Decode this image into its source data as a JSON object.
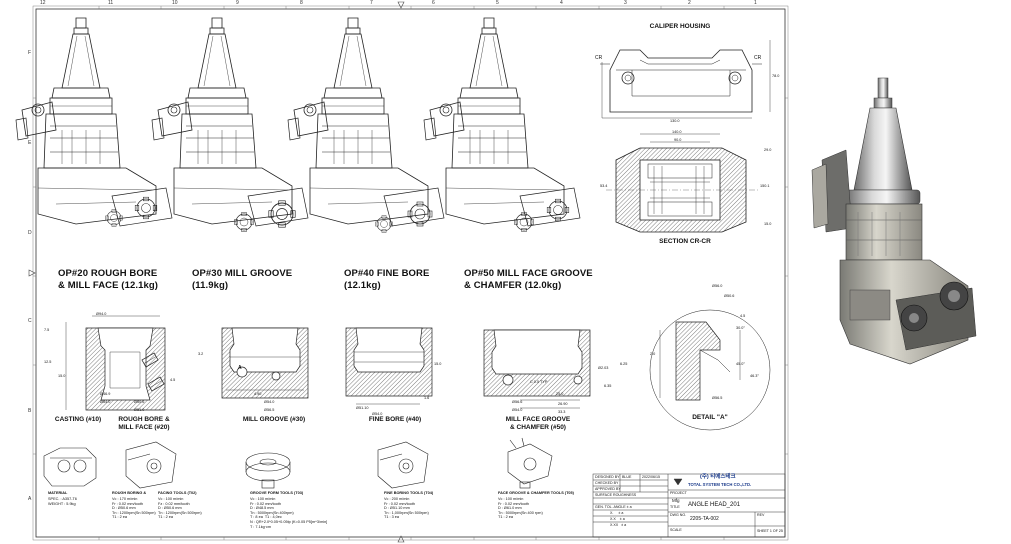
{
  "sheet": {
    "border_numbers": [
      "12",
      "11",
      "10",
      "9",
      "8",
      "7",
      "6",
      "5",
      "4",
      "3",
      "2",
      "1"
    ],
    "border_letters": [
      "F",
      "E",
      "D",
      "C",
      "B",
      "A"
    ]
  },
  "ops": [
    {
      "title": "OP#20 ROUGH BORE\n& MILL FACE (12.1kg)"
    },
    {
      "title": "OP#30 MILL GROOVE\n(11.9kg)"
    },
    {
      "title": "OP#40 FINE BORE\n(12.1kg)"
    },
    {
      "title": "OP#50 MILL FACE GROOVE\n& CHAMFER (12.0kg)"
    }
  ],
  "caliper": {
    "title": "CALIPER HOUSING",
    "section_label": "SECTION  CR-CR",
    "cr_left": "CR",
    "cr_right": "CR",
    "dims": [
      "130.0",
      "140.0",
      "90.0",
      "53.4",
      "150.1",
      "29.0",
      "78.0",
      "15.0"
    ]
  },
  "sections": {
    "casting": "CASTING (#10)",
    "rough": "ROUGH BORE &\nMILL FACE (#20)",
    "groove": "MILL GROOVE (#30)",
    "fine": "FINE BORE (#40)",
    "chamfer": "MILL FACE GROOVE\n& CHAMFER (#50)",
    "detail": "DETAIL \"A\"",
    "detail_a": "A",
    "dims_casting": [
      "Ø94.0",
      "7.5",
      "12.5",
      "15.0",
      "Ø46.9",
      "Ø54.0",
      "Ø51.0",
      "Ø50.6",
      "4.5"
    ],
    "dims_groove": [
      "3.2",
      "4.90",
      "Ø54.0",
      "Ø56.5"
    ],
    "dims_fine": [
      "Ø51.10",
      "Ø54.0",
      "15.0",
      "1.6"
    ],
    "dims_chamfer": [
      "C 0.5 TYP",
      "25.0",
      "Ø56.6",
      "Ø54.0",
      "26.90",
      "33.3",
      "6.35",
      "6.25",
      "Ø2.03"
    ],
    "dims_detail": [
      "Ø56.0",
      "Ø50.6",
      "4.5",
      "30.0°",
      "45.0°",
      "46.3°",
      "Ø56.5",
      "2.0"
    ]
  },
  "tools": {
    "material_label": "MATERIAL",
    "material_lines": "SPEC. : A357-T6\nWEIGHT : 5.9kg",
    "t1_label": "ROUGH BORING &",
    "t2_label": "FACING TOOLS (T02)",
    "t2_lines": "Vc : 100 m/min\nFz : 0.02 mm/tooth\nD : Ø50.6 mm\nTn : 1200rpm(Sn 500rpm)\nT1 : 2 ea",
    "t1_lines": "Vc : 170 m/min\nFr : 0.02 mm/tooth\nD : Ø50.6 mm\nTn : 1200rpm(Sn 500rpm)\nT1 : 2 ea",
    "t3_label": "GROOVE FORM TOOLS (T03)",
    "t3_lines": "Vc : 100 m/min\nFr : 0.02 mm/tooth\nD : Ø48.5 mm\nTn : 5000rpm(Sn 400rpm)\nT : 8 ea  T1 : 4,0ec\nN : QR+2.0*0.05+0.05tp (K=0.05 P5[m^3/min]\nT : 7.1kg·cm",
    "t4_label": "FINE BORING TOOLS (T04)",
    "t4_lines": "Vc : 200 m/min\nFr : 0.02 mm/tooth\nD : Ø51.10 mm\nTn : 1,000rpm(Sn 500rpm)\nT1 : 3 ea",
    "t5_label": "FACE GROOVE & CHAMFER TOOLS (T05)",
    "t5_lines": "Vc : 100 m/min\nFr : 0.02 mm/tooth\nD : Ø61.0 mm\nTn : 5000rpm(Sn 400 rpm)\nT1 : 2 ea"
  },
  "title_block": {
    "designed_by": "DESIGNED BY",
    "designer": "BLUE",
    "date": "2022/06/15",
    "checked_by": "CHECKED BY",
    "approved_by": "APPROVED BY",
    "surface": "SURFACE ROUGHNESS",
    "general_tol": "GEN. TOL. ANGLE ± a",
    "tol_x": "X.     ± a",
    "tol_xx": "X.X    ± a",
    "tol_xxx": "X.XX   ± a",
    "company_kr": "(주) 티에스테크",
    "company_en": "TOTAL SYSTEM TECH CO.,LTD.",
    "project_label": "PROJECT",
    "project": "Mfg",
    "title_label": "TITLE",
    "title": "ANGLE HEAD_201",
    "dwg_label": "DWG NO.",
    "dwg_no": "2205-TA-002",
    "rev_label": "REV",
    "scale": "SCALE",
    "sheet": "SHEET 1  OF 25"
  }
}
